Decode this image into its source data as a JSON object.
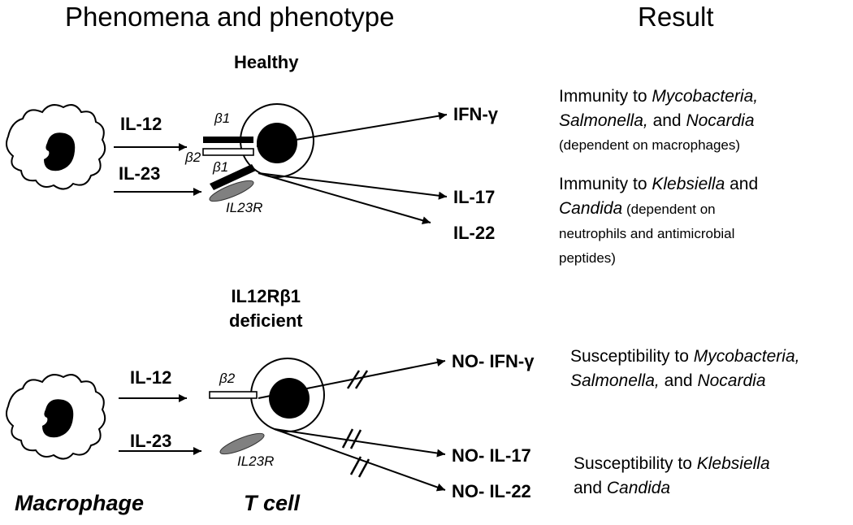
{
  "headers": {
    "left": "Phenomena and phenotype",
    "right": "Result"
  },
  "healthy": {
    "title": "Healthy",
    "inputs": [
      "IL-12",
      "IL-23"
    ],
    "receptors": [
      "β1",
      "β2",
      "β1",
      "IL23R"
    ],
    "outputs": [
      "IFN-γ",
      "IL-17",
      "IL-22"
    ],
    "results": [
      {
        "line1_pre": "Immunity to ",
        "line1_it": "Mycobacteria,",
        "line2_it1": "Salmonella,",
        "line2_mid": " and ",
        "line2_it2": "Nocardia",
        "line3": "(dependent on macrophages)"
      },
      {
        "line1_pre": "Immunity to ",
        "line1_it": "Klebsiella",
        "line1_post": " and",
        "line2_it": "Candida",
        "line2_sm": " (dependent on",
        "line3": "neutrophils and antimicrobial",
        "line4": "peptides)"
      }
    ]
  },
  "deficient": {
    "title_line1": "IL12Rβ1",
    "title_line2": "deficient",
    "inputs": [
      "IL-12",
      "IL-23"
    ],
    "receptors": [
      "β2",
      "IL23R"
    ],
    "outputs": [
      "NO- IFN-γ",
      "NO- IL-17",
      "NO- IL-22"
    ],
    "results": [
      {
        "line1_pre": "Susceptibility to ",
        "line1_it": "Mycobacteria,",
        "line2_it1": "Salmonella,",
        "line2_mid": " and ",
        "line2_it2": "Nocardia"
      },
      {
        "line1_pre": "Susceptibility to ",
        "line1_it": "Klebsiella",
        "line2_pre": "and ",
        "line2_it": "Candida"
      }
    ]
  },
  "captions": {
    "macrophage": "Macrophage",
    "tcell": "T cell"
  }
}
